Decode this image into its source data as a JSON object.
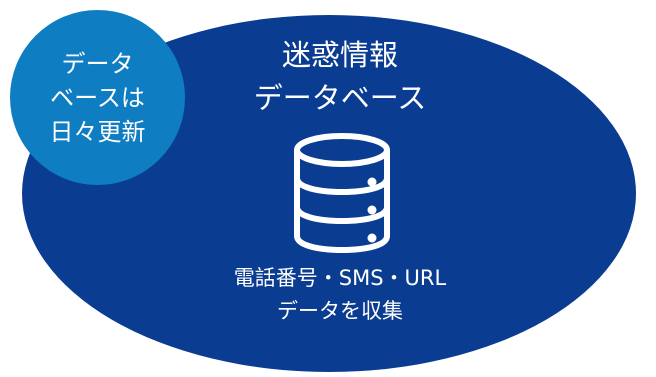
{
  "colors": {
    "primary": "#0a3d91",
    "accent": "#0e7dc2",
    "text": "#ffffff"
  },
  "badge": {
    "lines": [
      "データ",
      "ベースは",
      "日々更新"
    ]
  },
  "title": {
    "lines": [
      "迷惑情報",
      "データベース"
    ]
  },
  "icon": {
    "name": "database-icon"
  },
  "caption": {
    "lines": [
      "電話番号・SMS・URL",
      "データを収集"
    ]
  }
}
